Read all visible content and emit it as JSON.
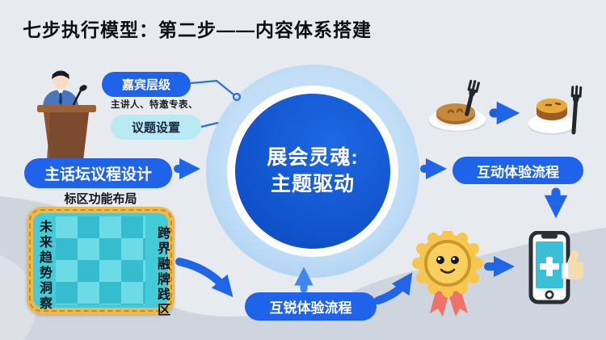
{
  "title": "七步执行模型：第二步——内容体系搭建",
  "left_flow": {
    "guest_level": "嘉宾层级",
    "speaker_roles": "主讲人、特邀专表、",
    "topic_setting": "议题设置",
    "forum_agenda": "主话坛议程设计"
  },
  "zone_map": {
    "heading": "标区功能布局",
    "left_label": "未来趋势洞察",
    "right_label": "跨界融牌践区"
  },
  "core": {
    "line1": "展会灵魂:",
    "line2": "主题驱动"
  },
  "bottom_flow": {
    "experience_button": "互锐体验流程"
  },
  "right_flow": {
    "experience_button": "互动体验流程"
  },
  "colors": {
    "background": "#e7eaef",
    "wave_gray": "#c9cfd9",
    "primary_blue": "#1e63e9",
    "core_blue": "#0f50c8",
    "light_ring_blue": "#b7d9f4",
    "cyan_pill": "#b9e9f3",
    "arrow_blue": "#2064e8",
    "arrow_light_blue": "#3f86f0",
    "map_gold": "#ecb94d",
    "map_teal": "#45cad8",
    "medal_gold": "#f6c64f",
    "ribbon_red": "#f0706a",
    "phone_screen_teal": "#3bbfd8"
  },
  "icons": {
    "speaker": "speaker-podium-icon",
    "plate_steak": "steak-plate-fork-icon",
    "plate_dish": "dish-plate-fork-icon",
    "medal": "medal-smiley-ribbon-icon",
    "phone": "phone-thumbs-up-icon"
  }
}
